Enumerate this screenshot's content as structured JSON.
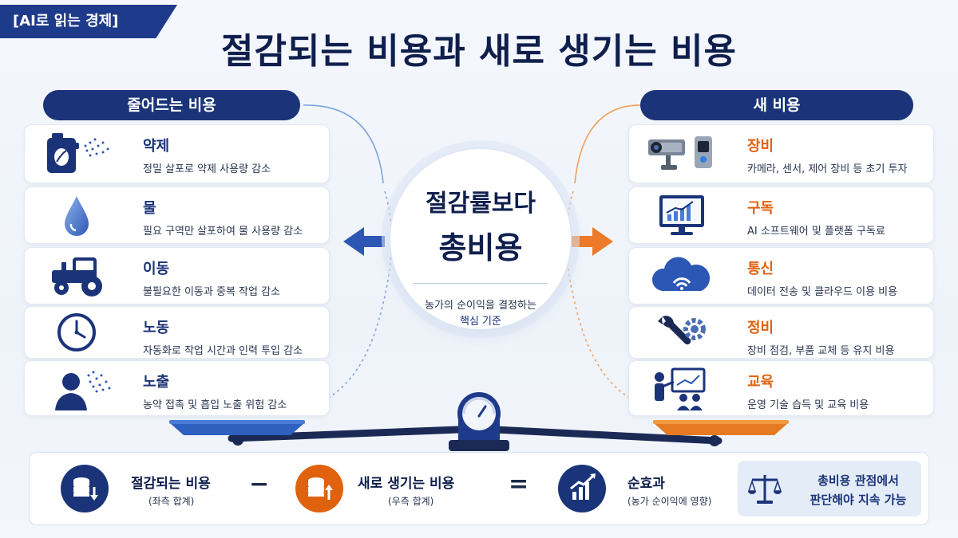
{
  "tag": "[AI로 읽는 경제]",
  "title": "절감되는 비용과 새로 생기는 비용",
  "left": {
    "header": "줄어드는 비용",
    "items": [
      {
        "title": "약제",
        "desc": "정밀 살포로 약제 사용량 감소",
        "icon": "pesticide-sprayer-icon"
      },
      {
        "title": "물",
        "desc": "필요 구역만 살포하여 물 사용량 감소",
        "icon": "water-drop-icon"
      },
      {
        "title": "이동",
        "desc": "불필요한 이동과 중복 작업 감소",
        "icon": "tractor-icon"
      },
      {
        "title": "노동",
        "desc": "자동화로 작업 시간과 인력 투입 감소",
        "icon": "clock-icon"
      },
      {
        "title": "노출",
        "desc": "농약 접촉 및 흡입 노출 위험 감소",
        "icon": "person-exposure-icon"
      }
    ]
  },
  "right": {
    "header": "새 비용",
    "items": [
      {
        "title": "장비",
        "desc": "카메라, 센서, 제어 장비 등 초기 투자",
        "icon": "camera-sensor-icon"
      },
      {
        "title": "구독",
        "desc": "AI 소프트웨어 및 플랫폼 구독료",
        "icon": "monitor-chart-icon"
      },
      {
        "title": "통신",
        "desc": "데이터 전송 및 클라우드 이용 비용",
        "icon": "cloud-wifi-icon"
      },
      {
        "title": "정비",
        "desc": "장비 점검, 부품 교체 등 유지 비용",
        "icon": "wrench-gear-icon"
      },
      {
        "title": "교육",
        "desc": "운영 기술 습득 및 교육 비용",
        "icon": "training-icon"
      }
    ]
  },
  "center": {
    "line1": "절감률보다",
    "line2": "총비용",
    "sub1": "농가의 순이익을 결정하는",
    "sub2": "핵심 기준"
  },
  "bottom": {
    "saved": {
      "title": "절감되는 비용",
      "sub": "(좌측 합계)"
    },
    "minus": "−",
    "new": {
      "title": "새로 생기는 비용",
      "sub": "(우측 합계)"
    },
    "equals": "=",
    "net": {
      "title": "순효과",
      "sub": "(농가 순이익에 영향)"
    },
    "conclusion_line1": "총비용 관점에서",
    "conclusion_line2": "판단해야 지속 가능"
  },
  "colors": {
    "navy": "#1b3479",
    "orange": "#e0620f",
    "title": "#0f1f4d"
  }
}
